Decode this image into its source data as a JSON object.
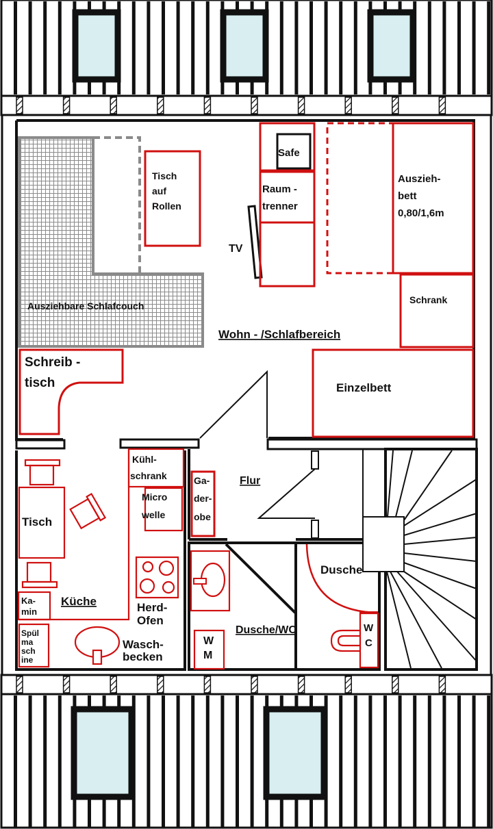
{
  "plan": {
    "rooms": {
      "living": "Wohn - /Schlafbereich",
      "kitchen": "Küche",
      "hall": "Flur",
      "bath": "Dusche/WC"
    },
    "furniture": {
      "sofa": "Ausziehbare Schlafcouch",
      "table_on_wheels": [
        "Tisch",
        "auf",
        "Rollen"
      ],
      "tv": "TV",
      "safe": "Safe",
      "room_divider": [
        "Raum -",
        "trenner"
      ],
      "pullout_bed": [
        "Auszieh-",
        "bett",
        "0,80/1,6m"
      ],
      "wardrobe": "Schrank",
      "single_bed": "Einzelbett",
      "desk": [
        "Schreib -",
        "tisch"
      ],
      "fridge": [
        "Kühl-",
        "schrank"
      ],
      "microwave": [
        "Micro",
        "welle"
      ],
      "dining_table": "Tisch",
      "fireplace": [
        "Ka-",
        "min"
      ],
      "dishwasher": [
        "Spül",
        "ma",
        "sch",
        "ine"
      ],
      "stove": [
        "Herd-",
        "Ofen"
      ],
      "sink": [
        "Wasch-",
        "becken"
      ],
      "coat_rack": [
        "Ga-",
        "der-",
        "obe"
      ],
      "shower": "Dusche",
      "washing_machine": [
        "W",
        "M"
      ],
      "toilet": [
        "W",
        "C"
      ]
    },
    "colors": {
      "wall": "#111111",
      "furniture": "#d01010",
      "sofa": "#8a8a8a",
      "window": "#d8eef0"
    }
  }
}
